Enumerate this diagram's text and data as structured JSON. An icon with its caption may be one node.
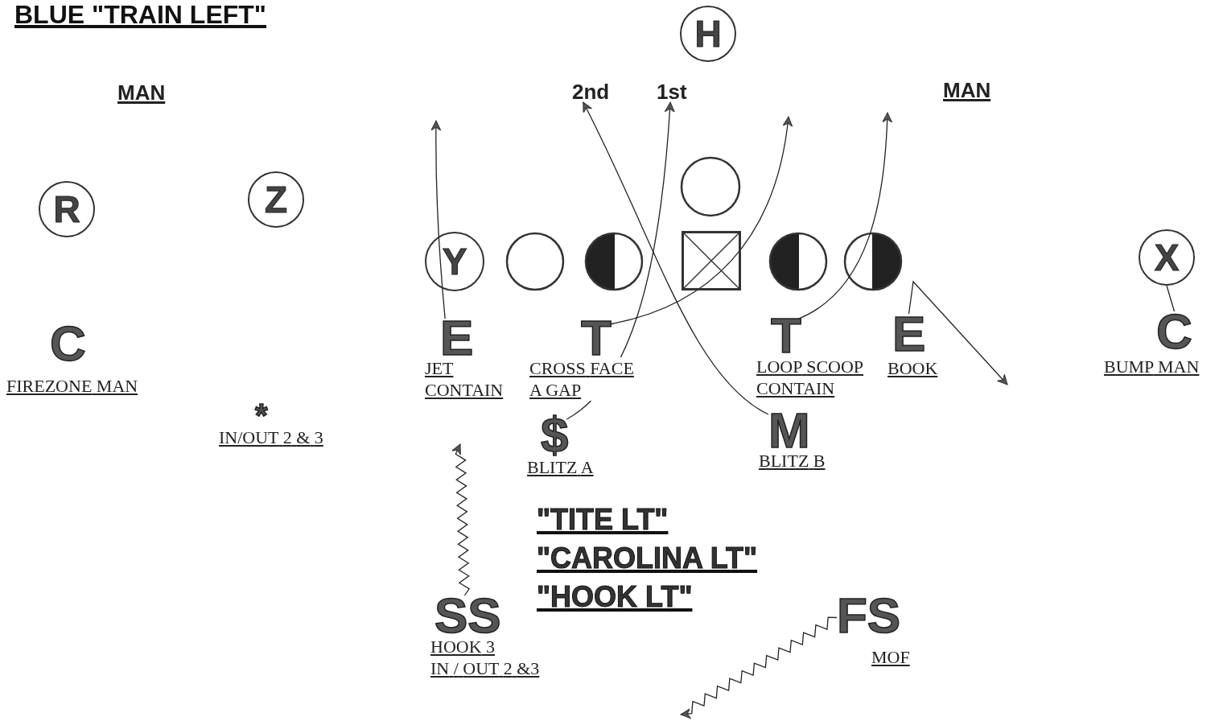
{
  "diagram": {
    "title": "BLUE \"TRAIN LEFT\"",
    "nodes": [
      {
        "text": [
          "H"
        ]
      },
      {
        "text": [
          "2nd"
        ]
      },
      {
        "text": [
          "1st"
        ]
      },
      {
        "text": [
          "R"
        ]
      },
      {
        "text": [
          "Z"
        ]
      },
      {
        "text": [],
        "shape": "circle"
      },
      {
        "text": [
          "Y"
        ]
      },
      {
        "text": [],
        "shape": "circle"
      },
      {
        "text": [],
        "shape": "circle"
      },
      {
        "text": [],
        "shape": "box"
      },
      {
        "text": [],
        "shape": "circle"
      },
      {
        "text": [],
        "shape": "circle"
      },
      {
        "text": [
          "X"
        ]
      },
      {
        "text": [
          "C"
        ],
        "beside": [
          "FIREZONE MAN"
        ]
      },
      {
        "text": [
          "E"
        ],
        "beside": [
          "JET CONTAIN"
        ]
      },
      {
        "text": [
          "T"
        ],
        "beside": [
          "CROSS FACE A GAP"
        ]
      },
      {
        "text": [
          "T"
        ],
        "beside": [
          "LOOP SCOOP CONTAIN"
        ]
      },
      {
        "text": [
          "E"
        ],
        "beside": [
          "BOOK"
        ]
      },
      {
        "text": [
          "C"
        ],
        "beside": [
          "BUMP MAN"
        ]
      },
      {
        "text": [
          "*"
        ],
        "beside": [
          "IN/OUT 2 & 3"
        ]
      },
      {
        "text": [
          "$"
        ],
        "beside": [
          "BLITZ A"
        ]
      },
      {
        "text": [
          "M"
        ],
        "beside": [
          "BLITZ B"
        ]
      },
      {
        "text": [
          "SS"
        ],
        "beside": [
          "HOOK 3 IN / OUT 2 &3"
        ]
      },
      {
        "text": [
          "FS"
        ],
        "beside": [
          "MOF"
        ]
      }
    ],
    "edges": [
      {
        "from": 14,
        "to": null,
        "arrow": "to"
      },
      {
        "from": 15,
        "to": null,
        "arrow": "to"
      },
      {
        "from": 20,
        "to": 2,
        "arrow": "to"
      },
      {
        "from": 21,
        "to": 1,
        "arrow": "to"
      },
      {
        "from": 16,
        "to": null,
        "arrow": "to"
      },
      {
        "from": 17,
        "to": null,
        "arrow": "to"
      },
      {
        "from": 18,
        "to": 12,
        "arrow": "none"
      },
      {
        "from": 22,
        "to": null,
        "arrow": "to"
      },
      {
        "from": 23,
        "to": null,
        "arrow": "to"
      }
    ],
    "labels": [
      "MAN",
      "MAN",
      "\"TITE LT\"",
      "\"CAROLINA LT\"",
      "\"HOOK LT\""
    ]
  }
}
